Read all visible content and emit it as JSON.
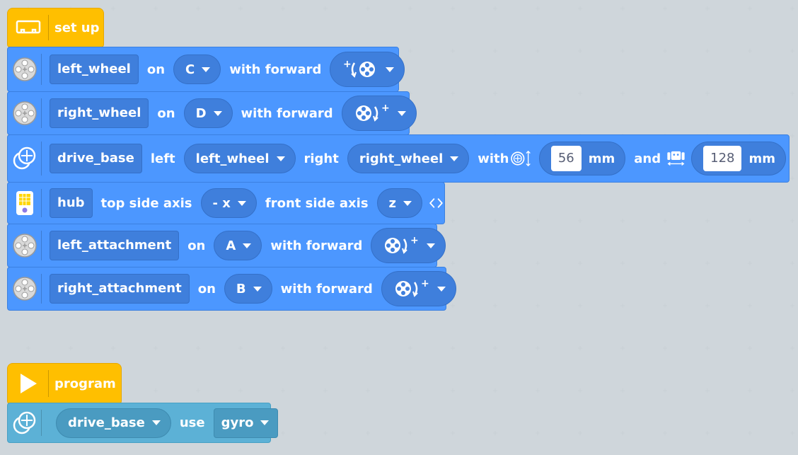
{
  "setup": {
    "hat_label": "set up",
    "rows": [
      {
        "name": "left_wheel",
        "on_label": "on",
        "port": "C",
        "fwd_label": "with forward",
        "dir": "counterclockwise"
      },
      {
        "name": "right_wheel",
        "on_label": "on",
        "port": "D",
        "fwd_label": "with forward",
        "dir": "clockwise"
      }
    ],
    "drive_base": {
      "name": "drive_base",
      "left_label": "left",
      "left": "left_wheel",
      "right_label": "right",
      "right": "right_wheel",
      "with_label": "with",
      "wheel_diameter": "56",
      "unit1": "mm",
      "and_label": "and",
      "axle_track": "128",
      "unit2": "mm"
    },
    "hub": {
      "name": "hub",
      "top_label": "top side axis",
      "top": "- x",
      "front_label": "front side axis",
      "front": "z"
    },
    "attachments": [
      {
        "name": "left_attachment",
        "on_label": "on",
        "port": "A",
        "fwd_label": "with forward",
        "dir": "clockwise"
      },
      {
        "name": "right_attachment",
        "on_label": "on",
        "port": "B",
        "fwd_label": "with forward",
        "dir": "clockwise"
      }
    ]
  },
  "program": {
    "hat_label": "program",
    "drive": {
      "name": "drive_base",
      "use_label": "use",
      "mode": "gyro"
    }
  },
  "colors": {
    "hat": "#ffbf00",
    "motor": "#4c97ff",
    "drive": "#5cb1d6",
    "canvas": "#eceff1"
  }
}
